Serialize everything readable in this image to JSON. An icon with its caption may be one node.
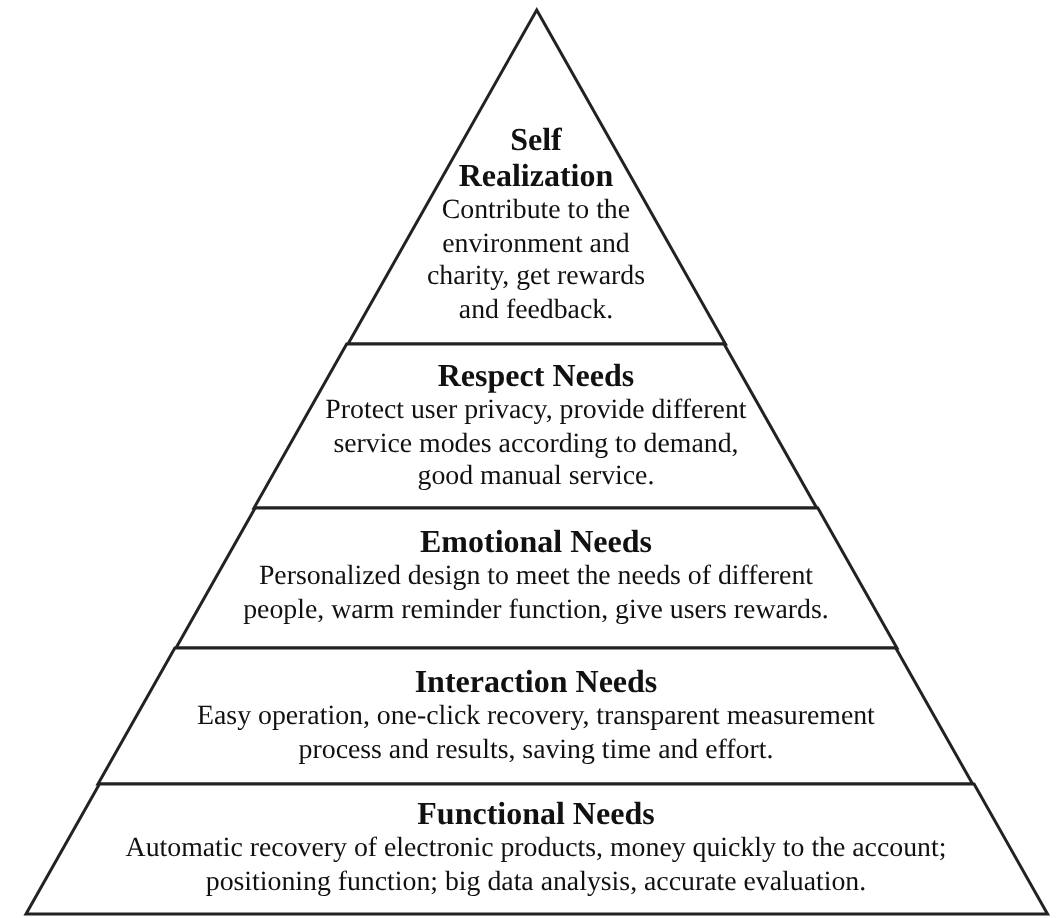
{
  "diagram": {
    "nodes": [
      {
        "text": [
          "Self Realization",
          "Contribute to the environment and charity,  get rewards and feedback."
        ]
      },
      {
        "text": [
          "Respect Needs",
          "Protect user privacy, provide different service modes according to demand, good manual service."
        ]
      },
      {
        "text": [
          "Emotional Needs",
          "Personalized design to meet the needs of different people, warm reminder function, give users rewards."
        ]
      },
      {
        "text": [
          "Interaction Needs",
          "Easy operation, one-click recovery, transparent measurement process and results, saving time and effort."
        ]
      },
      {
        "text": [
          "Functional Needs",
          "Automatic recovery of electronic products, money quickly to the account; positioning function; big data analysis, accurate evaluation."
        ]
      }
    ]
  }
}
